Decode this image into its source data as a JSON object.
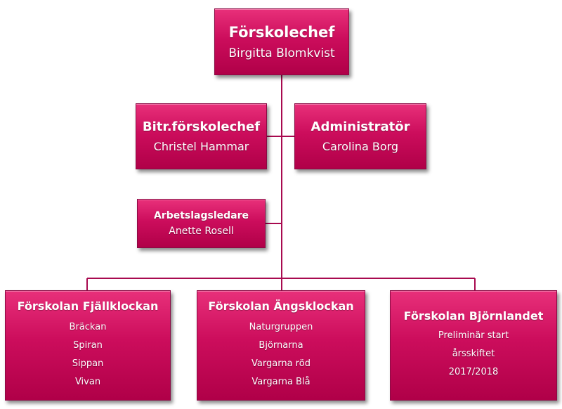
{
  "colors": {
    "box_fill": "#cc0d5c",
    "connector": "#a80a4f",
    "text": "#ffffff"
  },
  "org": {
    "chef": {
      "title": "Förskolechef",
      "name": "Birgitta Blomkvist"
    },
    "bitr": {
      "title": "Bitr.förskolechef",
      "name": "Christel Hammar"
    },
    "admin": {
      "title": "Administratör",
      "name": "Carolina Borg"
    },
    "arbetslag": {
      "title": "Arbetslagsledare",
      "name": "Anette Rosell"
    },
    "fjallklockan": {
      "title": "Förskolan Fjällklockan",
      "groups": [
        "Bräckan",
        "Spiran",
        "Sippan",
        "Vivan"
      ]
    },
    "angsklockan": {
      "title": "Förskolan Ängsklockan",
      "groups": [
        "Naturgruppen",
        "Björnarna",
        "Vargarna röd",
        "Vargarna Blå"
      ]
    },
    "bjornlandet": {
      "title": "Förskolan Björnlandet",
      "lines": [
        "Preliminär start",
        "årsskiftet",
        "2017/2018"
      ]
    }
  }
}
